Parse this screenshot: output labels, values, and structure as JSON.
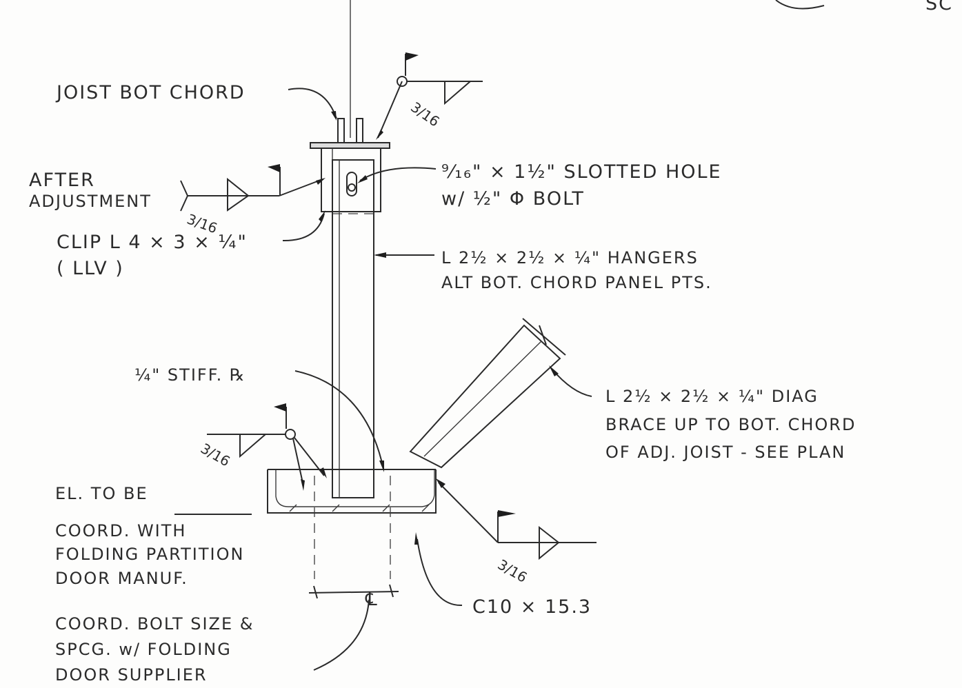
{
  "header": {
    "ref_fragment": "SC"
  },
  "labels": {
    "joist_bot_chord": "JOIST BOT CHORD",
    "after": "AFTER",
    "adjustment": "ADJUSTMENT",
    "clip_l": "CLIP L 4 × 3 × ¼\"",
    "llv": "( LLV )",
    "slotted_hole_1": "⁹⁄₁₆\" × 1½\" SLOTTED HOLE",
    "slotted_hole_2": "w/ ½\" Φ BOLT",
    "hanger_1": "L 2½ × 2½ × ¼\" HANGERS",
    "hanger_2": "ALT BOT. CHORD PANEL PTS.",
    "stiff_pl": "¼\" STIFF. ℞",
    "diag_1": "L 2½ × 2½ × ¼\" DIAG",
    "diag_2": "BRACE UP TO BOT. CHORD",
    "diag_3": "OF ADJ. JOIST - SEE PLAN",
    "el_1": "EL. TO BE",
    "el_2": "COORD. WITH",
    "el_3": "FOLDING PARTITION",
    "el_4": "DOOR MANUF.",
    "channel": "C10 × 15.3",
    "coord_1": "COORD. BOLT SIZE &",
    "coord_2": "SPCG. w/ FOLDING",
    "coord_3": "DOOR SUPPLIER",
    "centerline": "℄"
  },
  "welds": {
    "top_right": "3/16",
    "after_adj": "3/16",
    "left_bottom": "3/16",
    "right_bottom": "3/16"
  }
}
